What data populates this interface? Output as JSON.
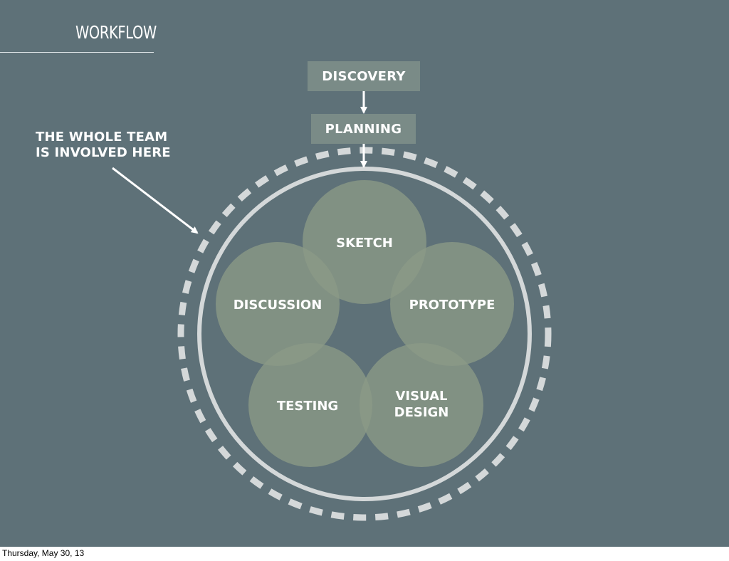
{
  "slide": {
    "title": "WORKFLOW",
    "stages": [
      "DISCOVERY",
      "PLANNING"
    ],
    "callout": [
      "THE WHOLE TEAM",
      "IS INVOLVED HERE"
    ],
    "cycle": {
      "top": "SKETCH",
      "right": "PROTOTYPE",
      "bottom_right": [
        "VISUAL",
        "DESIGN"
      ],
      "bottom_left": "TESTING",
      "left": "DISCUSSION"
    }
  },
  "footer": {
    "date": "Thursday, May 30, 13"
  },
  "colors": {
    "background": "#5e7178",
    "stage_box": "#7a8b87",
    "petal": "#8c9a86",
    "ring": "#d4d8d9"
  }
}
